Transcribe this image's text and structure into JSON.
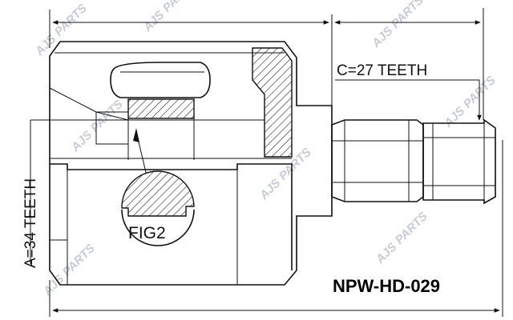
{
  "dimensions": {
    "spline_c": "C=27 TEETH",
    "spline_a": "A=34 TEETH"
  },
  "detail_label": "FIG2",
  "part_number": "NPW-HD-029",
  "watermark": {
    "brand": "AJS",
    "text": "PARTS"
  },
  "colors": {
    "line": "#111111",
    "background": "#ffffff",
    "watermark": "#c9ccd6"
  }
}
